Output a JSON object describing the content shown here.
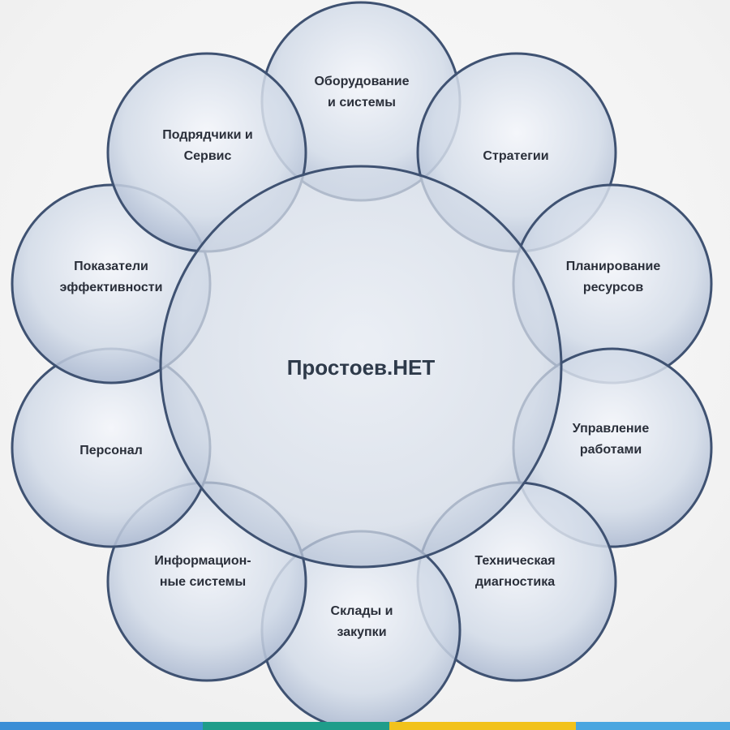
{
  "center": {
    "label": "Простоев.НЕТ"
  },
  "nodes": [
    {
      "name": "node-equipment",
      "lines": [
        "Оборудование",
        "и системы"
      ]
    },
    {
      "name": "node-strategies",
      "lines": [
        "Стратегии"
      ]
    },
    {
      "name": "node-resource-planning",
      "lines": [
        "Планирование",
        "ресурсов"
      ]
    },
    {
      "name": "node-work-management",
      "lines": [
        "Управление",
        "работами"
      ]
    },
    {
      "name": "node-technical-diagnostics",
      "lines": [
        "Техническая",
        "диагностика"
      ]
    },
    {
      "name": "node-warehouses",
      "lines": [
        "Склады и",
        "закупки"
      ]
    },
    {
      "name": "node-information-systems",
      "lines": [
        "Информацион-",
        "ные системы"
      ]
    },
    {
      "name": "node-personnel",
      "lines": [
        "Персонал"
      ]
    },
    {
      "name": "node-performance-indicators",
      "lines": [
        "Показатели",
        "эффективности"
      ]
    },
    {
      "name": "node-contractors",
      "lines": [
        "Подрядчики и",
        "Сервис"
      ]
    }
  ],
  "colors": {
    "circle_stroke": "#3f5272",
    "circle_fill_light": "#eef2f8",
    "circle_fill_dark": "#b9c6da",
    "text": "#2a2f3a",
    "bottom_bar": [
      "#3b8ed6",
      "#1f9d8a",
      "#f2c21b",
      "#4aa6e0"
    ]
  }
}
